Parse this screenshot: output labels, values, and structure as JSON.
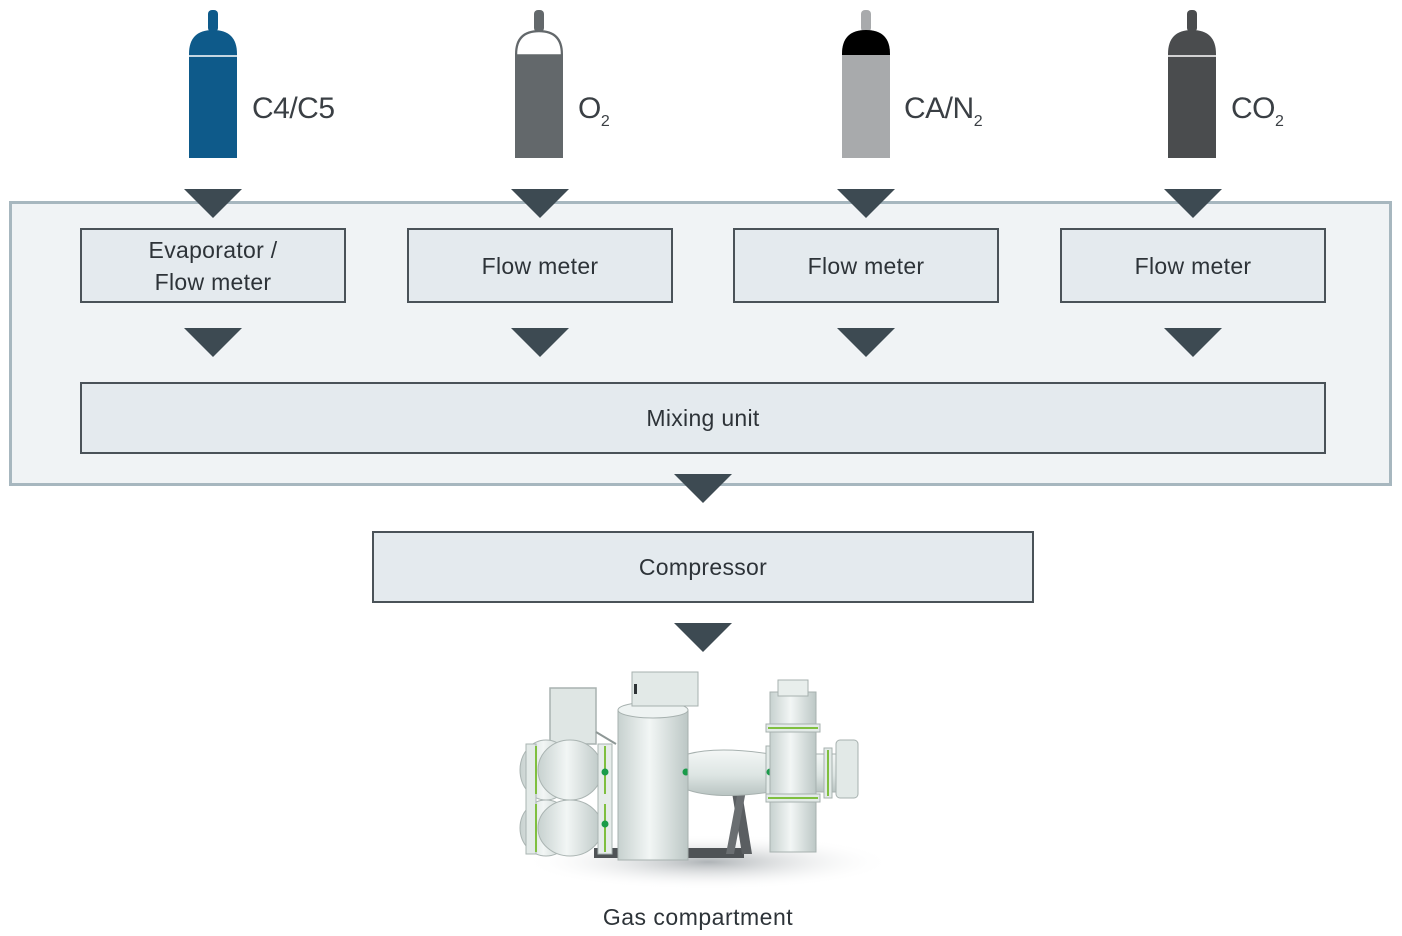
{
  "cylinders": [
    {
      "label_main": "C4/C5",
      "label_sub": "",
      "body_color": "#0e5a8a",
      "cap_color": "#0e5a8a"
    },
    {
      "label_main": "O",
      "label_sub": "2",
      "body_color": "#63686b",
      "cap_color": "#ffffff"
    },
    {
      "label_main": "CA/N",
      "label_sub": "2",
      "body_color": "#a8aaac",
      "cap_color": "#000000"
    },
    {
      "label_main": "CO",
      "label_sub": "2",
      "body_color": "#4a4c4e",
      "cap_color": "#4a4c4e"
    }
  ],
  "units": {
    "evaporator_line1": "Evaporator /",
    "evaporator_line2": "Flow meter",
    "flow_meter_1": "Flow meter",
    "flow_meter_2": "Flow meter",
    "flow_meter_3": "Flow meter",
    "mixing": "Mixing unit",
    "compressor": "Compressor"
  },
  "caption": "Gas compartment",
  "colors": {
    "arrow": "#3d4a52",
    "frame_border": "#a7b7bf",
    "frame_fill": "#f0f3f5",
    "box_fill": "#e4eaee",
    "box_border": "#4a5258"
  }
}
